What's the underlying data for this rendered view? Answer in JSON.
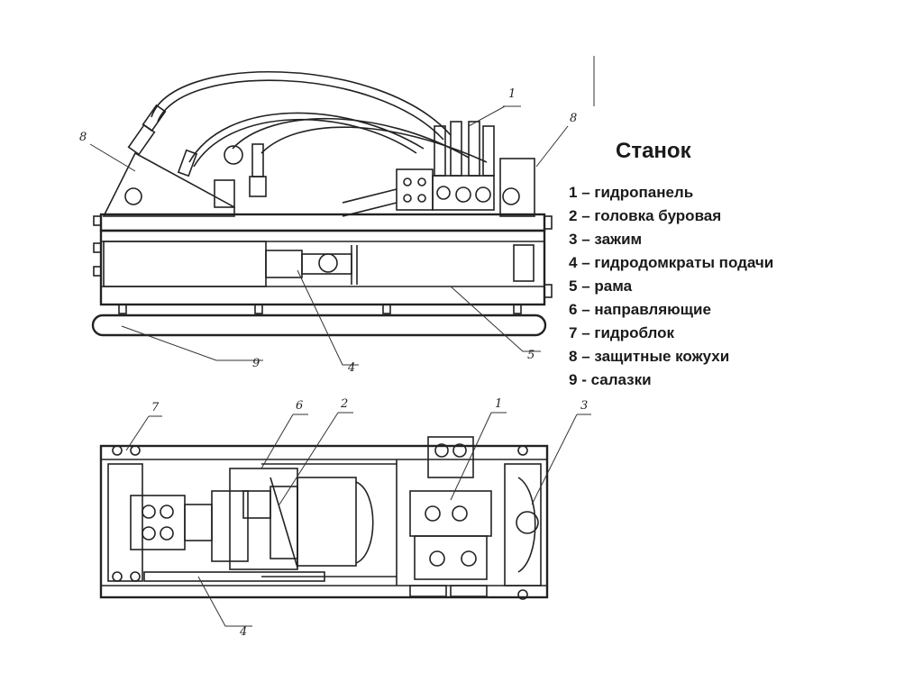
{
  "title": "Станок",
  "legend": [
    {
      "num": "1",
      "sep": " – ",
      "label": "гидропанель"
    },
    {
      "num": "2",
      "sep": " – ",
      "label": "головка буровая"
    },
    {
      "num": "3",
      "sep": " – ",
      "label": "зажим"
    },
    {
      "num": "4",
      "sep": " – ",
      "label": "гидродомкраты  подачи"
    },
    {
      "num": "5",
      "sep": " – ",
      "label": "рама"
    },
    {
      "num": "6",
      "sep": " – ",
      "label": "направляющие"
    },
    {
      "num": "7",
      "sep": " – ",
      "label": "гидроблок"
    },
    {
      "num": "8",
      "sep": " – ",
      "label": "защитные  кожухи"
    },
    {
      "num": "9",
      "sep": " - ",
      "label": "салазки"
    }
  ],
  "callouts": {
    "side_1": "1",
    "side_8_left": "8",
    "side_8_right": "8",
    "side_9": "9",
    "side_4": "4",
    "side_5": "5",
    "plan_7": "7",
    "plan_6": "6",
    "plan_2": "2",
    "plan_1": "1",
    "plan_3": "3",
    "plan_4": "4"
  },
  "colors": {
    "line": "#222222",
    "text": "#1a1a1a",
    "background": "#ffffff"
  }
}
